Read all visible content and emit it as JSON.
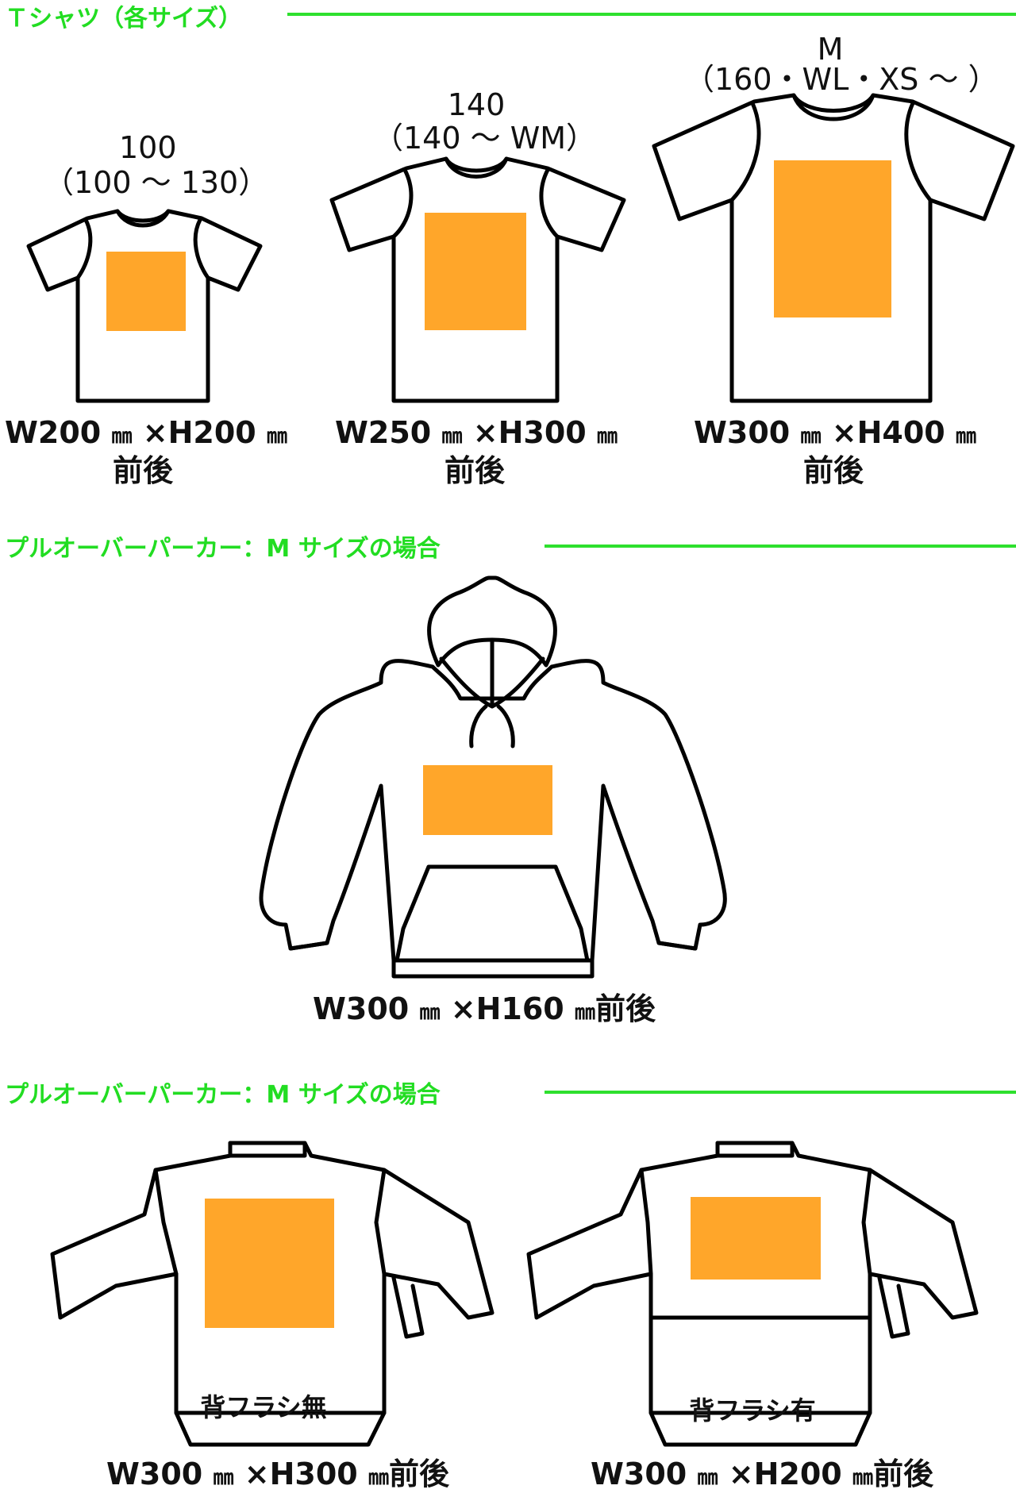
{
  "colors": {
    "accent_green": "#22dd22",
    "print_area": "#ffa62a"
  },
  "sections": [
    {
      "title": "Ｔシャツ（各サイズ）"
    },
    {
      "title": "プルオーバーパーカー：M サイズの場合"
    },
    {
      "title": "プルオーバーパーカー：M サイズの場合"
    }
  ],
  "tshirts": [
    {
      "size": "100",
      "range": "（100 ～ 130）",
      "width": "W200",
      "height": "H200",
      "unit": "㎜",
      "times": "×",
      "position": "前後"
    },
    {
      "size": "140",
      "range": "（140 ～ WM）",
      "width": "W250",
      "height": "H300",
      "unit": "㎜",
      "times": "×",
      "position": "前後"
    },
    {
      "size": "M",
      "range": "（160・WL・XS ～ ）",
      "width": "W300",
      "height": "H400",
      "unit": "㎜",
      "times": "×",
      "position": "前後"
    }
  ],
  "hoodie": {
    "width": "W300",
    "height": "H160",
    "unit": "㎜",
    "times": "×",
    "position": "前後"
  },
  "jackets": [
    {
      "note": "背フラシ無",
      "width": "W300",
      "height": "H300",
      "unit": "㎜",
      "times": "×",
      "position": "前後"
    },
    {
      "note": "背フラシ有",
      "width": "W300",
      "height": "H200",
      "unit": "㎜",
      "times": "×",
      "position": "前後"
    }
  ]
}
